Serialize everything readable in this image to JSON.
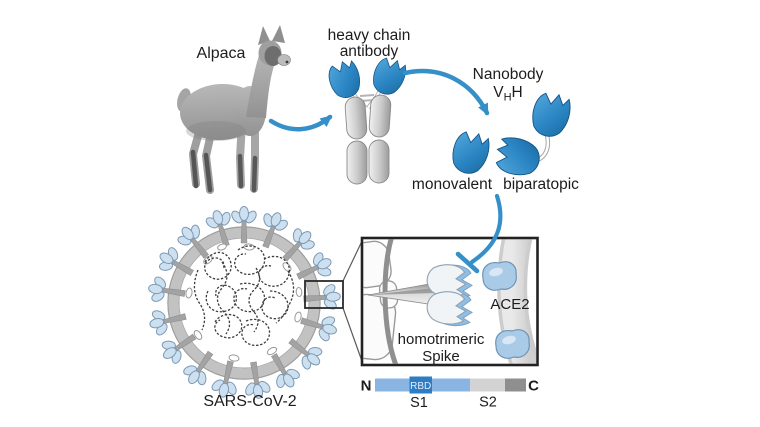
{
  "labels": {
    "alpaca": "Alpaca",
    "heavy_chain_1": "heavy chain",
    "heavy_chain_2": "antibody",
    "nanobody": "Nanobody",
    "vhh_main": "V",
    "vhh_sub": "H",
    "vhh_tail": "H",
    "monovalent": "monovalent",
    "biparatopic": "biparatopic",
    "virus": "SARS-CoV-2",
    "ace2": "ACE2",
    "spike_1": "homotrimeric",
    "spike_2": "Spike"
  },
  "domain_bar": {
    "n": "N",
    "c": "C",
    "rbd": "RBD",
    "s1": "S1",
    "s2": "S2",
    "colors": {
      "s1_fill": "#8ab5e2",
      "rbd_fill": "#2e7cc3",
      "s2_fill": "#d3d3d3",
      "cterm_fill": "#8f8f8f",
      "s1_text": "#79a9d8",
      "s2_text": "#c6c6c6",
      "rbd_text": "#e4eff9"
    }
  },
  "colors": {
    "nanobody_blue": "#2b86c4",
    "arrow_blue": "#358fc9",
    "spike_tip_blue": "#cde0f0"
  }
}
